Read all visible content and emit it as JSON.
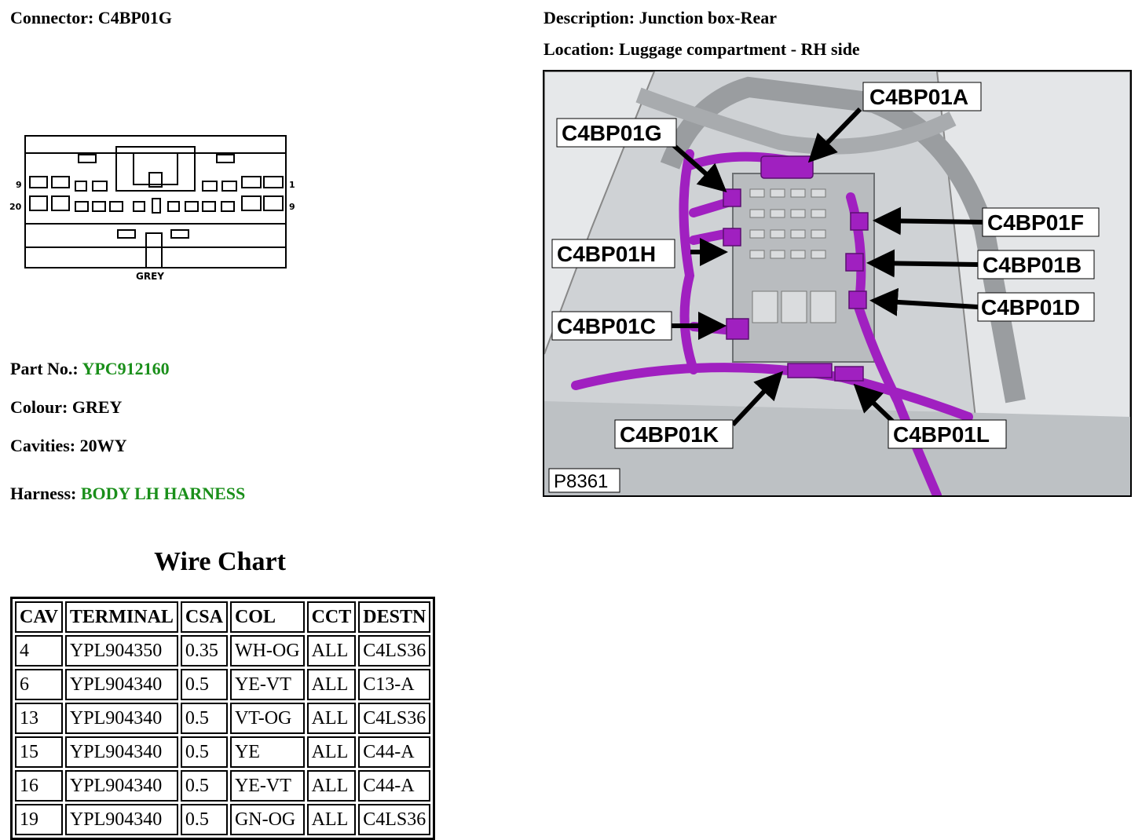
{
  "connector": {
    "label": "Connector:",
    "value": "C4BP01G"
  },
  "description": {
    "label": "Description:",
    "value": "Junction box-Rear"
  },
  "location": {
    "label": "Location:",
    "value": "Luggage compartment - RH side"
  },
  "face_view": {
    "pin_left_top": "9",
    "pin_left_bottom": "20",
    "pin_right_top": "1",
    "pin_right_bottom": "9",
    "caption": "GREY"
  },
  "part_no": {
    "label": "Part No.:",
    "value": "YPC912160"
  },
  "colour": {
    "label": "Colour:",
    "value": "GREY"
  },
  "cavities": {
    "label": "Cavities:",
    "value": "20WY"
  },
  "harness": {
    "label": "Harness:",
    "value": "BODY LH HARNESS"
  },
  "photo": {
    "ref": "P8361",
    "labels": {
      "a": "C4BP01A",
      "g": "C4BP01G",
      "f": "C4BP01F",
      "h": "C4BP01H",
      "b": "C4BP01B",
      "d": "C4BP01D",
      "c": "C4BP01C",
      "k": "C4BP01K",
      "l": "C4BP01L"
    }
  },
  "wire_chart": {
    "title": "Wire Chart",
    "headers": [
      "CAV",
      "TERMINAL",
      "CSA",
      "COL",
      "CCT",
      "DESTN"
    ],
    "rows": [
      [
        "4",
        "YPL904350",
        "0.35",
        "WH-OG",
        "ALL",
        "C4LS36"
      ],
      [
        "6",
        "YPL904340",
        "0.5",
        "YE-VT",
        "ALL",
        "C13-A"
      ],
      [
        "13",
        "YPL904340",
        "0.5",
        "VT-OG",
        "ALL",
        "C4LS36"
      ],
      [
        "15",
        "YPL904340",
        "0.5",
        "YE",
        "ALL",
        "C44-A"
      ],
      [
        "16",
        "YPL904340",
        "0.5",
        "YE-VT",
        "ALL",
        "C44-A"
      ],
      [
        "19",
        "YPL904340",
        "0.5",
        "GN-OG",
        "ALL",
        "C4LS36"
      ]
    ]
  },
  "colors": {
    "harness_magenta": "#a020c0",
    "value_green": "#1a8f1a"
  }
}
